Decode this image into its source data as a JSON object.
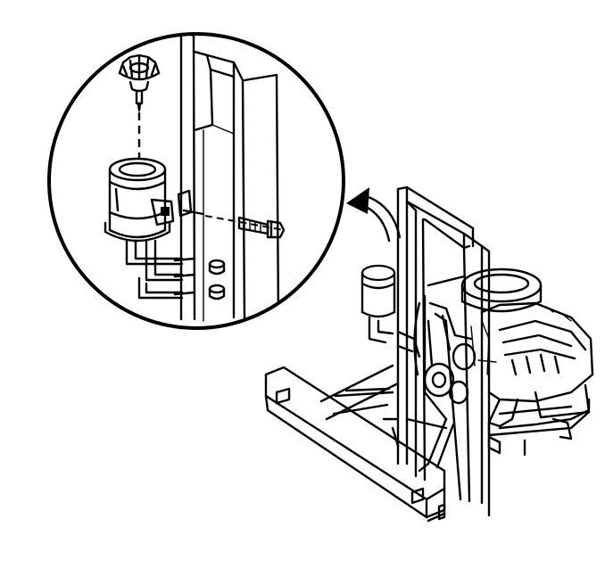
{
  "figure": {
    "description_visible_text": "",
    "colors": {
      "ink": "#000000",
      "background": "#ffffff"
    },
    "icons": [
      "power-steering-reservoir",
      "reservoir-cap",
      "mounting-bolt",
      "radiator-support",
      "engine",
      "frame-crossmember",
      "detail-arrow"
    ]
  }
}
